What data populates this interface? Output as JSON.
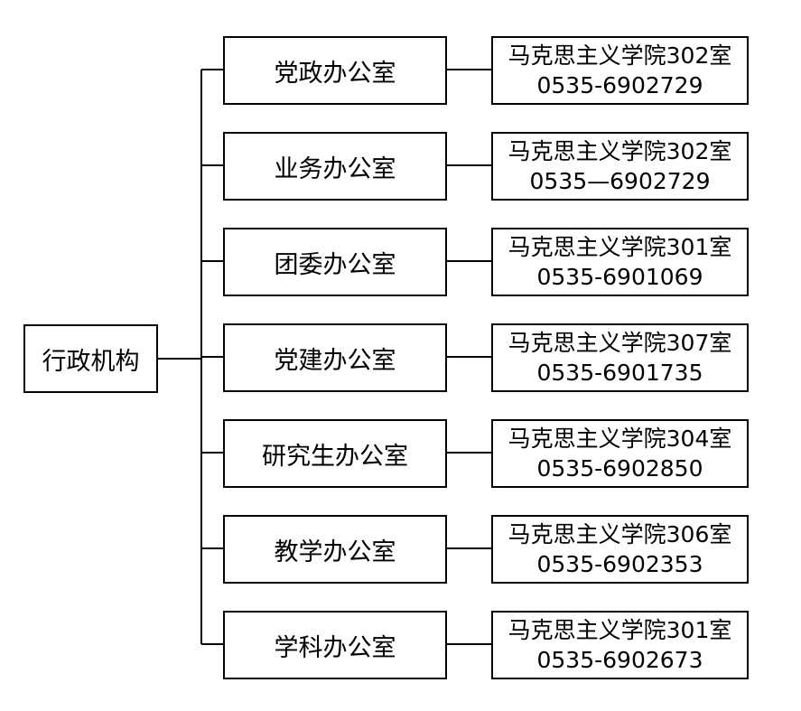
{
  "root": {
    "label": "行政机构"
  },
  "offices": [
    {
      "name": "党政办公室",
      "room": "马克思主义学院302室",
      "phone": "0535-6902729"
    },
    {
      "name": "业务办公室",
      "room": "马克思主义学院302室",
      "phone": "0535—6902729"
    },
    {
      "name": "团委办公室",
      "room": "马克思主义学院301室",
      "phone": "0535-6901069"
    },
    {
      "name": "党建办公室",
      "room": "马克思主义学院307室",
      "phone": "0535-6901735"
    },
    {
      "name": "研究生办公室",
      "room": "马克思主义学院304室",
      "phone": "0535-6902850"
    },
    {
      "name": "教学办公室",
      "room": "马克思主义学院306室",
      "phone": "0535-6902353"
    },
    {
      "name": "学科办公室",
      "room": "马克思主义学院301室",
      "phone": "0535-6902673"
    }
  ],
  "colors": {
    "line": "#000000",
    "box_border": "#000000",
    "background": "#ffffff"
  }
}
